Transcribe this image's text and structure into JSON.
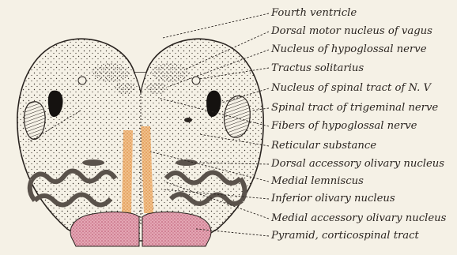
{
  "labels": {
    "fourth_ventricle": "Fourth ventricle",
    "dorsal_motor_nucleus_vagus": "Dorsal motor nucleus of vagus",
    "nucleus_hypoglossal": "Nucleus of hypoglossal nerve",
    "tractus_solitarius": "Tractus solitarius",
    "nucleus_spinal_tract_v": "Nucleus of spinal tract of N. V",
    "spinal_tract_trigeminal": "Spinal tract of trigeminal nerve",
    "fibers_hypoglossal": "Fibers of hypoglossal nerve",
    "reticular_substance": "Reticular substance",
    "dorsal_accessory_olivary": "Dorsal accessory olivary nucleus",
    "medial_lemniscus": "Medial lemniscus",
    "inferior_olivary": "Inferior olivary nucleus",
    "medial_accessory_olivary": "Medial accessory olivary nucleus",
    "pyramid": "Pyramid, corticospinal tract"
  },
  "colors": {
    "background": "#f5f1e6",
    "ink": "#2a2420",
    "pyramid": "#d98a9c",
    "medial_lemniscus": "#e3a05a",
    "olive_fill": "#6b6560"
  }
}
